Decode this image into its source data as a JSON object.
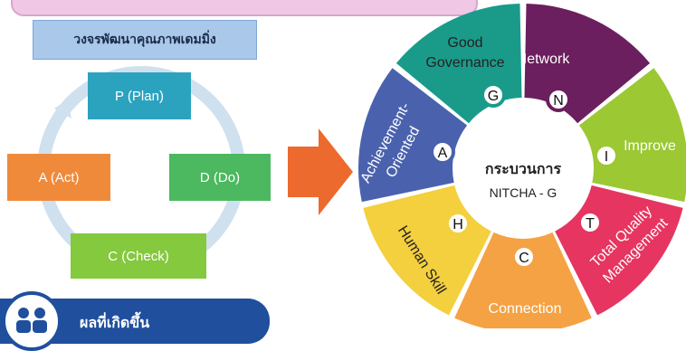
{
  "title": "วงจรพัฒนาคุณภาพเดมมิ่ง",
  "pdca": {
    "plan": "P (Plan)",
    "do": "D (Do)",
    "check": "C (Check)",
    "act": "A (Act)"
  },
  "bottom_badge": "ผลที่เกิดขึ้น",
  "center": {
    "line1": "กระบวนการ",
    "line2": "NITCHA - G"
  },
  "segments": [
    {
      "key": "n",
      "label": "Network",
      "letter": "N",
      "color": "#6b1f5e"
    },
    {
      "key": "i",
      "label": "Improve",
      "letter": "I",
      "color": "#9cc833"
    },
    {
      "key": "t",
      "label": "Total Quality Management",
      "letter": "T",
      "color": "#e63560"
    },
    {
      "key": "c",
      "label": "Connection",
      "letter": "C",
      "color": "#f5a244"
    },
    {
      "key": "h",
      "label": "Human Skill",
      "letter": "H",
      "color": "#f4cf3e"
    },
    {
      "key": "a",
      "label": "Achievement-Oriented",
      "letter": "A",
      "color": "#4a62ad"
    },
    {
      "key": "g",
      "label": "Good Governance",
      "letter": "G",
      "color": "#1a9b8a"
    }
  ],
  "colors": {
    "plan": "#2ba3bf",
    "do": "#4cb85f",
    "check": "#84c93e",
    "act": "#f08a3b",
    "arrow": "#ec6a2d",
    "cycle_arrow": "#cfe0ef"
  }
}
